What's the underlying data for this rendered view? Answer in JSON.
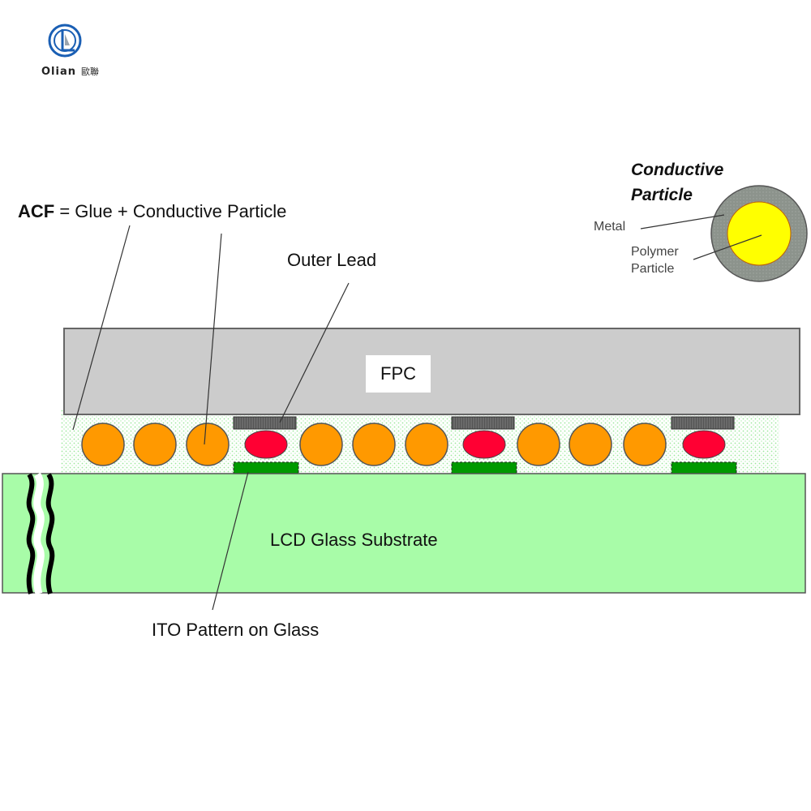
{
  "logo": {
    "brand_en": "Olian",
    "brand_cn": "歐聯",
    "icon": "ol-monogram-icon",
    "color": "#1a5fb4"
  },
  "diagram": {
    "acf_label_bold": "ACF",
    "acf_label_rest": " = Glue + Conductive Particle",
    "outer_lead_label": "Outer Lead",
    "fpc_label": "FPC",
    "substrate_label": "LCD Glass Substrate",
    "ito_label": "ITO Pattern on Glass",
    "inset": {
      "title_line1": "Conductive",
      "title_line2": "Particle",
      "metal_label": "Metal",
      "polymer_label_line1": "Polymer",
      "polymer_label_line2": "Particle"
    },
    "colors": {
      "fpc": "#cccccc",
      "glue": "#b6f5b6",
      "glass": "#a8fca8",
      "particle": "#ff9900",
      "compressed_particle": "#ff0033",
      "outer_lead": "#666666",
      "ito": "#009900",
      "metal_shell": "#8a918a",
      "polymer_core": "#ffff00"
    },
    "particle_count": 9,
    "compressed_particle_count": 3,
    "lead_count": 3
  }
}
